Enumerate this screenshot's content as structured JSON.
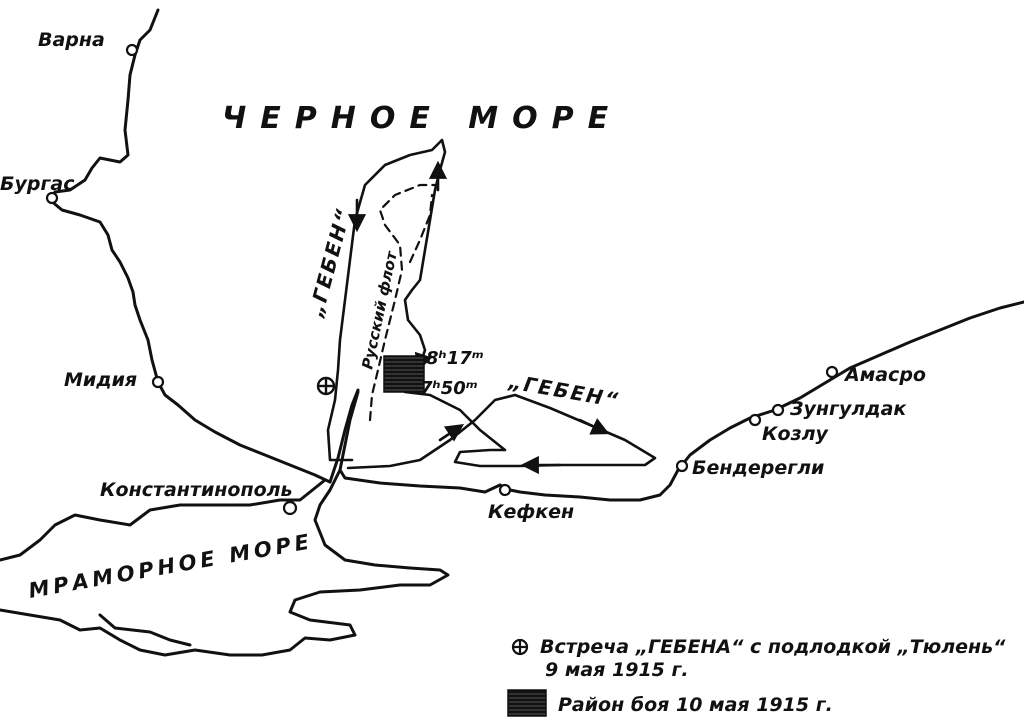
{
  "seas": {
    "black_sea": "ЧЕРНОЕ МОРЕ",
    "marmara_sea": "МРАМОРНОЕ МОРЕ"
  },
  "cities": {
    "varna": "Варна",
    "burgas": "Бургас",
    "midia": "Мидия",
    "constantinople": "Константинополь",
    "kefken": "Кефкен",
    "amasro": "Амасро",
    "zonguldak": "Зунгулдак",
    "kozlu": "Козлу",
    "bender_eregli": "Бендерегли"
  },
  "routes": {
    "goeben_north": "„ГЕБЕН“",
    "goeben_east": "„ГЕБЕН“",
    "russian_fleet": "Русский флот"
  },
  "times": {
    "time_1": "8ʰ17ᵐ",
    "time_2": "7ʰ50ᵐ"
  },
  "legend": {
    "meeting_line1": "Встреча „ГЕБЕНА“ с подлодкой „Тюлень“",
    "meeting_line2": "9 мая 1915 г.",
    "battle_area": "Район боя 10 мая 1915 г."
  },
  "colors": {
    "ink": "#111111",
    "paper": "#ffffff"
  },
  "icons": {
    "meeting_symbol": "circle-cross-icon",
    "battle_symbol": "hatched-rectangle-icon",
    "city_symbol": "small-circle-icon"
  }
}
